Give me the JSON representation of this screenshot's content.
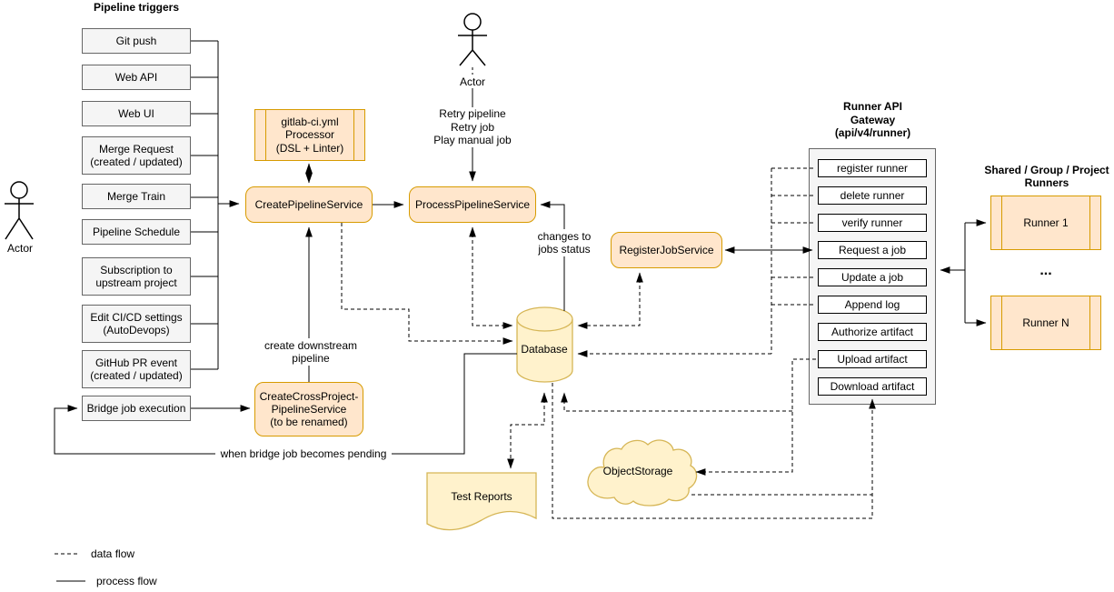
{
  "colors": {
    "orange_fill": "#FFE6CC",
    "orange_border": "#D79B00",
    "yellow_fill": "#FFF2CC",
    "yellow_border": "#D6B656",
    "gray_fill": "#F5F5F5",
    "gray_border": "#666666",
    "line": "#000000"
  },
  "triggers": {
    "title": "Pipeline triggers",
    "items": [
      "Git push",
      "Web API",
      "Web UI",
      "Merge Request\n(created / updated)",
      "Merge Train",
      "Pipeline Schedule",
      "Subscription to\nupstream project",
      "Edit CI/CD settings\n(AutoDevops)",
      "GitHub PR event\n(created / updated)"
    ],
    "bridge": "Bridge job execution"
  },
  "actors": {
    "left": "Actor",
    "top": "Actor",
    "top_actions": "Retry pipeline\nRetry job\nPlay manual job"
  },
  "services": {
    "processor": "gitlab-ci.yml\nProcessor\n(DSL + Linter)",
    "create_pipeline": "CreatePipelineService",
    "process_pipeline": "ProcessPipelineService",
    "create_cross_project": "CreateCrossProject-\nPipelineService\n(to be renamed)",
    "register_job": "RegisterJobService"
  },
  "datastores": {
    "database": "Database",
    "test_reports": "Test Reports",
    "object_storage": "ObjectStorage"
  },
  "gateway": {
    "title": "Runner API\nGateway\n(api/v4/runner)",
    "endpoints": [
      "register runner",
      "delete runner",
      "verify runner",
      "Request a job",
      "Update a job",
      "Append log",
      "Authorize artifact",
      "Upload artifact",
      "Download artifact"
    ]
  },
  "runners": {
    "title": "Shared / Group / Project\nRunners",
    "items": [
      "Runner 1",
      "Runner N"
    ],
    "ellipsis": "..."
  },
  "annotations": {
    "changes_jobs_status": "changes to\njobs status",
    "create_downstream": "create downstream\npipeline",
    "when_bridge_pending": "when bridge job becomes pending"
  },
  "legend": {
    "data_flow": "data flow",
    "process_flow": "process flow"
  }
}
